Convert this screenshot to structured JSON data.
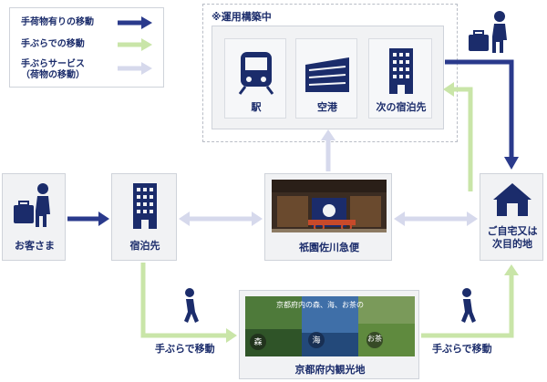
{
  "legend": {
    "items": [
      {
        "label": "手荷物有りの移動",
        "color": "#2a3a8c"
      },
      {
        "label": "手ぶらでの移動",
        "color": "#c9e5a8"
      },
      {
        "label": "手ぶらサービス\n（荷物の移動）",
        "color": "#d6d9ec"
      }
    ]
  },
  "section_note": "※運用構築中",
  "nodes": {
    "station": "駅",
    "airport": "空港",
    "next_lodging": "次の宿泊先",
    "customer": "お客さま",
    "lodging": "宿泊先",
    "gion": "祇園佐川急便",
    "home": "ご自宅又は\n次目的地",
    "sightseeing": "京都府内観光地"
  },
  "walk_labels": {
    "left": "手ぶらで移動",
    "right": "手ぶらで移動"
  },
  "photo_badges": [
    "森",
    "海",
    "お茶"
  ],
  "photo_caption": "京都府内の森、海、お茶の"
}
